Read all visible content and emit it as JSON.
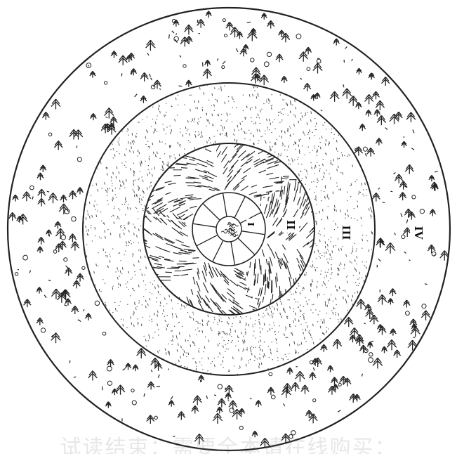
{
  "diagram": {
    "zones": [
      {
        "name": "center",
        "label": ""
      },
      {
        "name": "zone-1-radial",
        "label": "I"
      },
      {
        "name": "zone-2-hatched",
        "label": "II"
      },
      {
        "name": "zone-3-dotted",
        "label": "III"
      },
      {
        "name": "zone-4-forest",
        "label": "IV"
      }
    ],
    "line_color": "#222222",
    "background_color": "#ffffff"
  },
  "watermark": {
    "text": "试读结束：需要全本请在线购买：",
    "color": "#b0b0b0"
  }
}
